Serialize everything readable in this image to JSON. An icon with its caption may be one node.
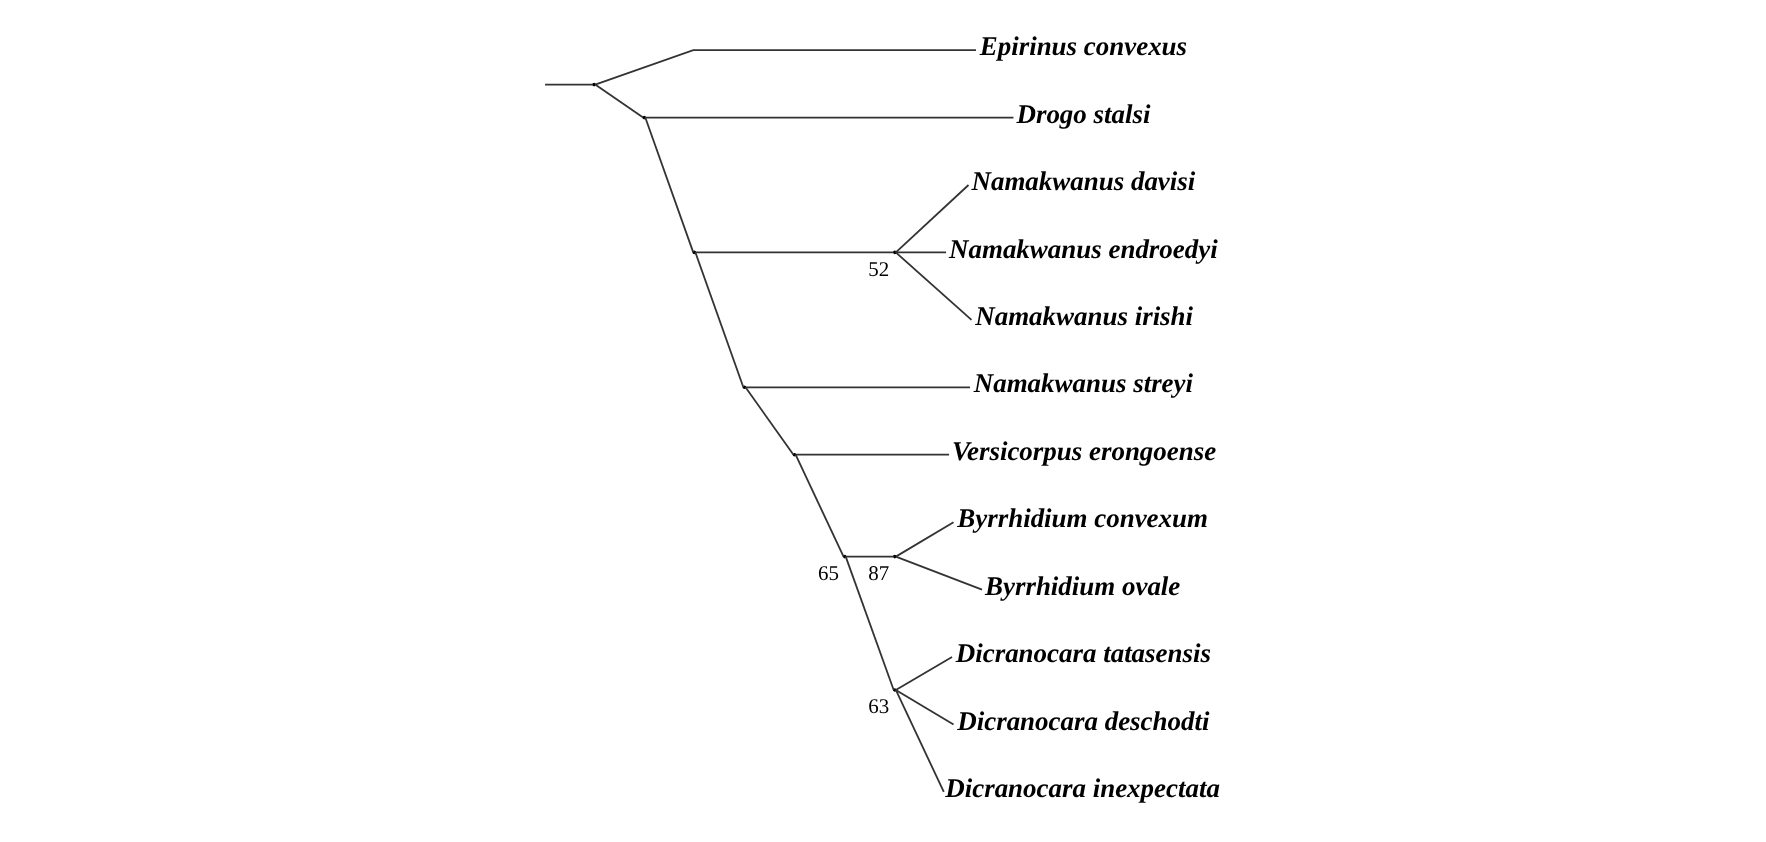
{
  "diagram": {
    "nodes": [
      {
        "text": [],
        "shape": "point"
      },
      {
        "text": [
          "Epirinus convexus"
        ]
      },
      {
        "text": [],
        "shape": "point"
      },
      {
        "text": [
          "Drogo stalsi"
        ]
      },
      {
        "text": [],
        "shape": "point"
      },
      {
        "text": [],
        "shape": "point",
        "beside": [
          "52"
        ]
      },
      {
        "text": [
          "Namakwanus davisi"
        ]
      },
      {
        "text": [
          "Namakwanus endroedyi"
        ]
      },
      {
        "text": [
          "Namakwanus irishi"
        ]
      },
      {
        "text": [],
        "shape": "point"
      },
      {
        "text": [
          "Namakwanus streyi"
        ]
      },
      {
        "text": [],
        "shape": "point"
      },
      {
        "text": [
          "Versicorpus erongoense"
        ]
      },
      {
        "text": [],
        "shape": "point",
        "beside": [
          "65"
        ]
      },
      {
        "text": [],
        "shape": "point",
        "beside": [
          "87"
        ]
      },
      {
        "text": [
          "Byrrhidium convexum"
        ]
      },
      {
        "text": [
          "Byrrhidium ovale"
        ]
      },
      {
        "text": [],
        "shape": "point",
        "beside": [
          "63"
        ]
      },
      {
        "text": [
          "Dicranocara tatasensis"
        ]
      },
      {
        "text": [
          "Dicranocara deschodti"
        ]
      },
      {
        "text": [
          "Dicranocara inexpectata"
        ]
      }
    ],
    "edges": [
      {
        "from": null,
        "to": 0,
        "arrow": "none"
      },
      {
        "from": 0,
        "to": 1,
        "arrow": "none"
      },
      {
        "from": 0,
        "to": 2,
        "arrow": "none"
      },
      {
        "from": 2,
        "to": 3,
        "arrow": "none"
      },
      {
        "from": 2,
        "to": 4,
        "arrow": "none"
      },
      {
        "from": 4,
        "to": 5,
        "arrow": "none"
      },
      {
        "from": 5,
        "to": 6,
        "arrow": "none"
      },
      {
        "from": 5,
        "to": 7,
        "arrow": "none"
      },
      {
        "from": 5,
        "to": 8,
        "arrow": "none"
      },
      {
        "from": 4,
        "to": 9,
        "arrow": "none"
      },
      {
        "from": 9,
        "to": 10,
        "arrow": "none"
      },
      {
        "from": 9,
        "to": 11,
        "arrow": "none"
      },
      {
        "from": 11,
        "to": 12,
        "arrow": "none"
      },
      {
        "from": 11,
        "to": 13,
        "arrow": "none"
      },
      {
        "from": 13,
        "to": 14,
        "arrow": "none"
      },
      {
        "from": 14,
        "to": 15,
        "arrow": "none"
      },
      {
        "from": 14,
        "to": 16,
        "arrow": "none"
      },
      {
        "from": 13,
        "to": 17,
        "arrow": "none"
      },
      {
        "from": 17,
        "to": 18,
        "arrow": "none"
      },
      {
        "from": 17,
        "to": 19,
        "arrow": "none"
      },
      {
        "from": 17,
        "to": 20,
        "arrow": "none"
      }
    ]
  }
}
